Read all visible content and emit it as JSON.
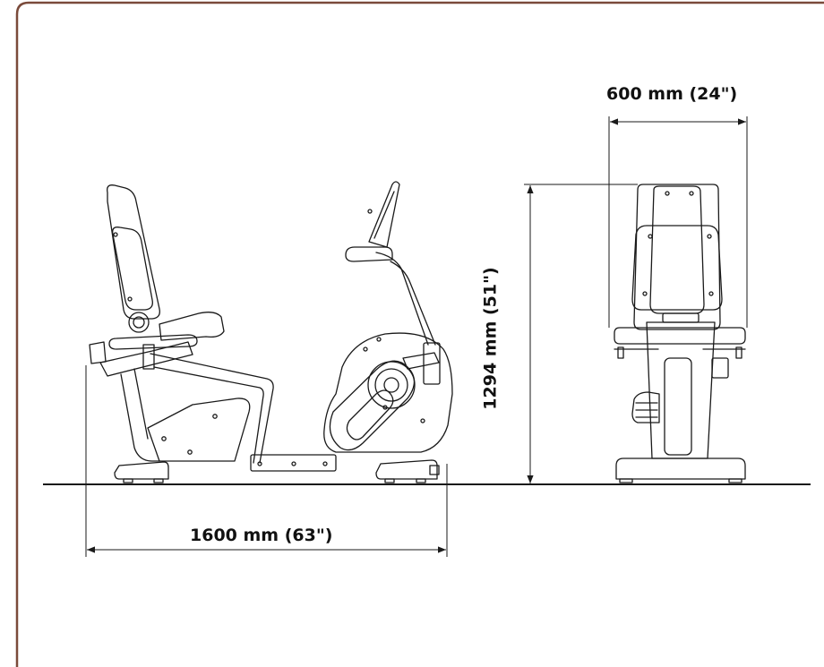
{
  "dimensions": {
    "width": "600 mm (24\")",
    "height": "1294 mm (51\")",
    "length": "1600 mm (63\")"
  },
  "colors": {
    "frame_border": "#7a4a3a",
    "line": "#1a1a1a"
  }
}
